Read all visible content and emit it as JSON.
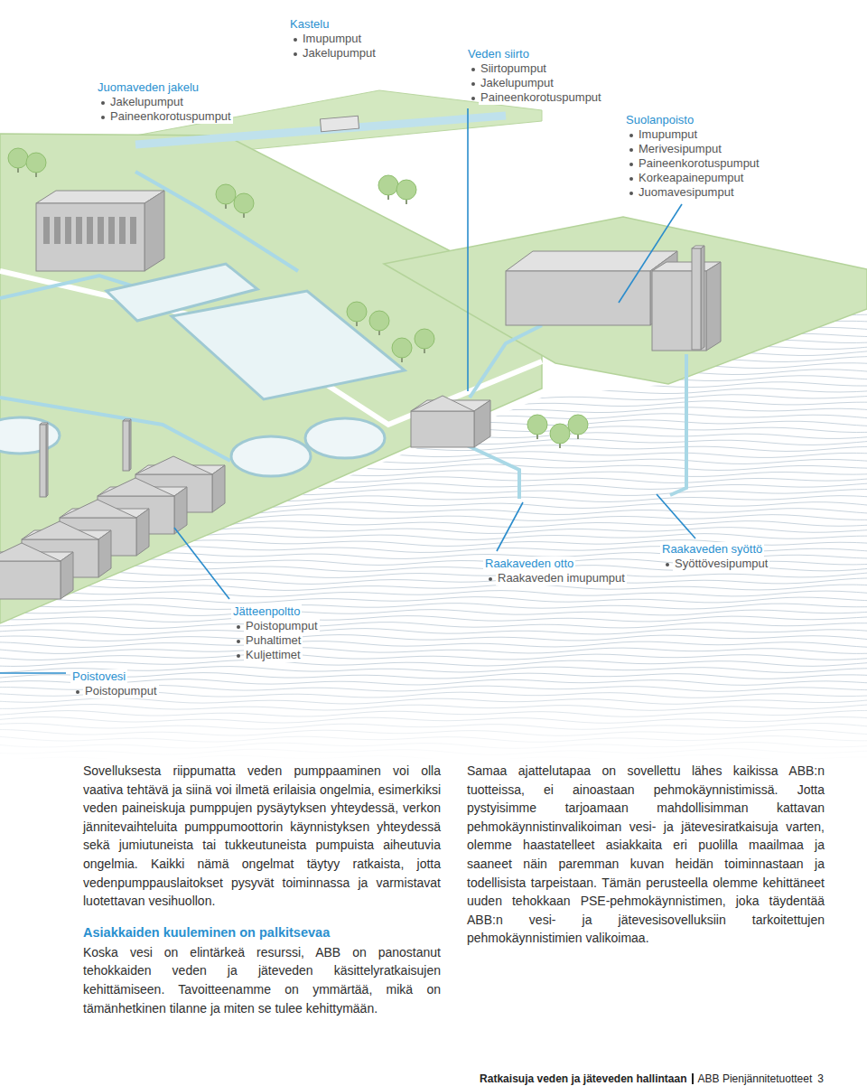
{
  "diagram": {
    "labels": [
      "Juomaveden jakelu",
      "Jakelupumput",
      "Paineenkorotuspumput",
      "Kastelu",
      "Imupumput",
      "Jakelupumput",
      "Veden siirto",
      "Siirtopumput",
      "Jakelupumput",
      "Paineenkorotuspumput",
      "Suolanpoisto",
      "Imupumput",
      "Merivesipumput",
      "Paineenkorotuspumput",
      "Korkeapainepumput",
      "Juomavesipumput",
      "Raakaveden otto",
      "Raakaveden imupumput",
      "Raakaveden syöttö",
      "Syöttövesipumput",
      "Jätteenpoltto",
      "Poistopumput",
      "Puhaltimet",
      "Kuljettimet",
      "Poistovesi",
      "Poistopumput",
      "Sovelluksesta riippumatta veden pumppaaminen voi olla vaativa tehtävä ja siinä voi ilmetä erilaisia ongelmia, esimerkiksi veden paineiskuja pumppujen pysäytyksen yhteydessä, verkon jännitevaihteluita pumppumoottorin käynnistyksen yhteydessä sekä jumiutuneista tai tukkeutuneista pumpuista aiheutuvia ongelmia. Kaikki nämä ongelmat täytyy ratkaista, jotta vedenpumppauslaitokset pysyvät toiminnassa ja varmistavat luotettavan vesihuollon.",
      "Asiakkaiden kuuleminen on palkitsevaa",
      "Koska vesi on elintärkeä resurssi, ABB on panostanut tehokkaiden veden ja jäteveden käsittelyratkaisujen kehittämiseen. Tavoitteenamme on ymmärtää, mikä on tämänhetkinen tilanne ja miten se tulee kehittymään.",
      "Samaa ajattelutapaa on sovellettu lähes kaikissa ABB:n tuotteissa, ei ainoastaan pehmokäynnistimissä. Jotta pystyisimme tarjoamaan mahdollisimman kattavan pehmokäynnistinvalikoiman vesi- ja jätevesiratkaisuja varten, olemme haastatelleet asiakkaita eri puolilla maailmaa ja saaneet näin paremman kuvan heidän toiminnastaan ja todellisista tarpeistaan. Tämän perusteella olemme kehittäneet uuden tehokkaan PSE-pehmokäynnistimen, joka täydentää ABB:n vesi- ja jätevesisovelluksiin tarkoitettujen pehmokäynnistimien valikoimaa.",
      "Ratkaisuja veden ja jäteveden hallintaan",
      "ABB Pienjännitetuotteet",
      "3"
    ]
  }
}
